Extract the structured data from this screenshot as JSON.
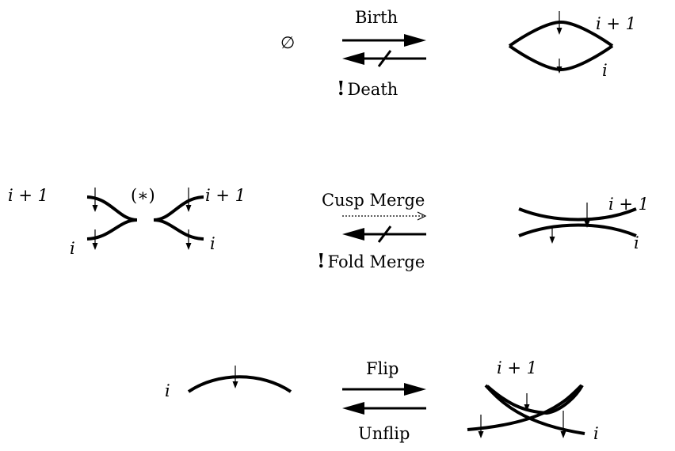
{
  "row1": {
    "left_symbol": "∅",
    "top_arrow_label": "Birth",
    "bottom_arrow_label_mark": "!",
    "bottom_arrow_label": "Death",
    "upper_strand_label": "i + 1",
    "lower_strand_label": "i"
  },
  "row2": {
    "left_upper_label": "i + 1",
    "left_lower_label": "i",
    "marker": "(∗)",
    "right_cusp_upper_label": "i + 1",
    "right_cusp_lower_label": "i",
    "top_arrow_label": "Cusp Merge",
    "bottom_arrow_label_mark": "!",
    "bottom_arrow_label": "Fold Merge",
    "result_upper_label": "i + 1",
    "result_lower_label": "i"
  },
  "row3": {
    "left_strand_label": "i",
    "top_arrow_label": "Flip",
    "bottom_arrow_label": "Unflip",
    "cross_upper_label": "i + 1",
    "cross_lower_label": "i"
  }
}
